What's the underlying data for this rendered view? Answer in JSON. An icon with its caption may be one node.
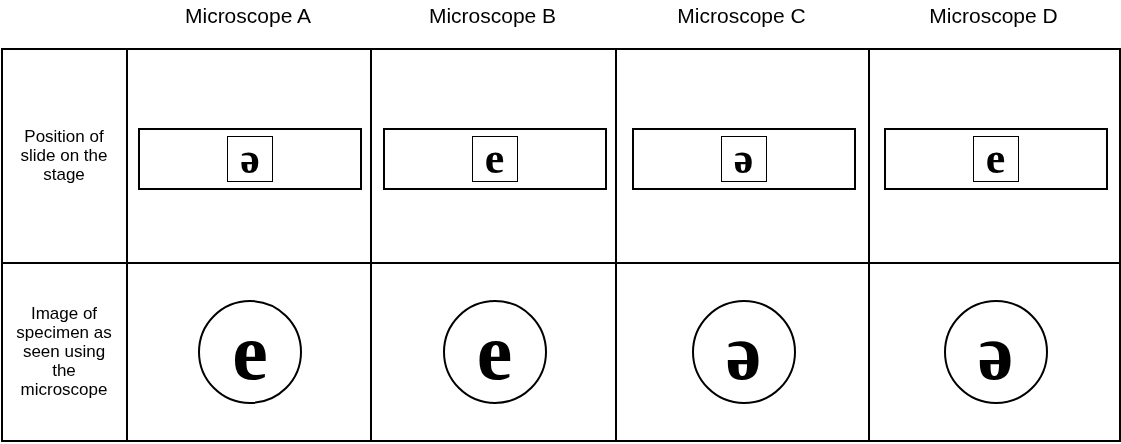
{
  "diagram": {
    "nodes": [
      {
        "text": [],
        "shape": "box"
      },
      {
        "text": [
          "ə"
        ],
        "in": 0
      },
      {
        "text": [],
        "shape": "box"
      },
      {
        "text": [
          "e"
        ],
        "in": 2
      },
      {
        "text": [],
        "shape": "box"
      },
      {
        "text": [
          "ə"
        ],
        "in": 4
      },
      {
        "text": [],
        "shape": "box"
      },
      {
        "text": [
          "e"
        ],
        "in": 6
      },
      {
        "text": [
          "e"
        ]
      },
      {
        "text": [
          "e"
        ]
      },
      {
        "text": [
          "ə"
        ]
      },
      {
        "text": [
          "ə"
        ]
      }
    ],
    "edges": [],
    "labels": [
      "Microscope A",
      "Microscope B",
      "Microscope C",
      "Microscope D",
      "Position of slide on the stage",
      "Image of specimen as seen using the microscope"
    ]
  }
}
